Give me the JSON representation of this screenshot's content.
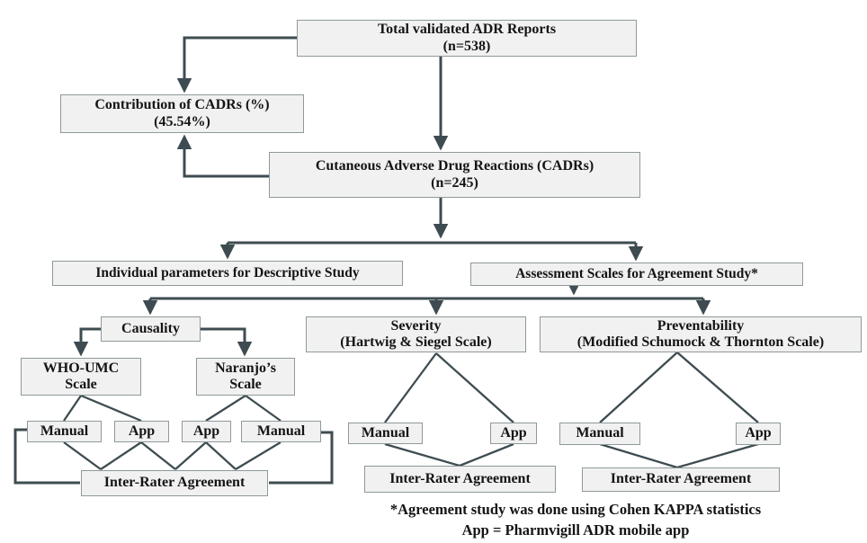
{
  "colors": {
    "connector": "#3e4c51",
    "box_fill": "#f1f1f1",
    "box_border": "#8f9999",
    "text": "#141414",
    "background": "#ffffff"
  },
  "nodes": {
    "total": {
      "line1": "Total validated ADR Reports",
      "line2": "(n=538)"
    },
    "contribution": {
      "line1": "Contribution of CADRs (%)",
      "line2": "(45.54%)"
    },
    "cadrs": {
      "line1": "Cutaneous Adverse Drug Reactions (CADRs)",
      "line2": "(n=245)"
    },
    "descriptive": {
      "label": "Individual parameters for Descriptive Study"
    },
    "assessment": {
      "label": "Assessment Scales for Agreement Study*"
    },
    "causality": {
      "label": "Causality"
    },
    "severity": {
      "line1": "Severity",
      "line2": "(Hartwig & Siegel Scale)"
    },
    "preventability": {
      "line1": "Preventability",
      "line2": "(Modified Schumock & Thornton Scale)"
    },
    "who_umc": {
      "line1": "WHO-UMC",
      "line2": "Scale"
    },
    "naranjo": {
      "line1": "Naranjo’s",
      "line2": "Scale"
    },
    "manual_who": {
      "label": "Manual"
    },
    "app_who": {
      "label": "App"
    },
    "app_naranjo": {
      "label": "App"
    },
    "manual_naranjo": {
      "label": "Manual"
    },
    "ira_causality": {
      "label": "Inter-Rater Agreement"
    },
    "manual_severity": {
      "label": "Manual"
    },
    "app_severity": {
      "label": "App"
    },
    "ira_severity": {
      "label": "Inter-Rater Agreement"
    },
    "manual_preventability": {
      "label": "Manual"
    },
    "app_preventability": {
      "label": "App"
    },
    "ira_preventability": {
      "label": "Inter-Rater Agreement"
    }
  },
  "footnotes": {
    "kappa": "*Agreement study was done using Cohen KAPPA statistics",
    "app": "App = Pharmvigill ADR mobile app"
  }
}
